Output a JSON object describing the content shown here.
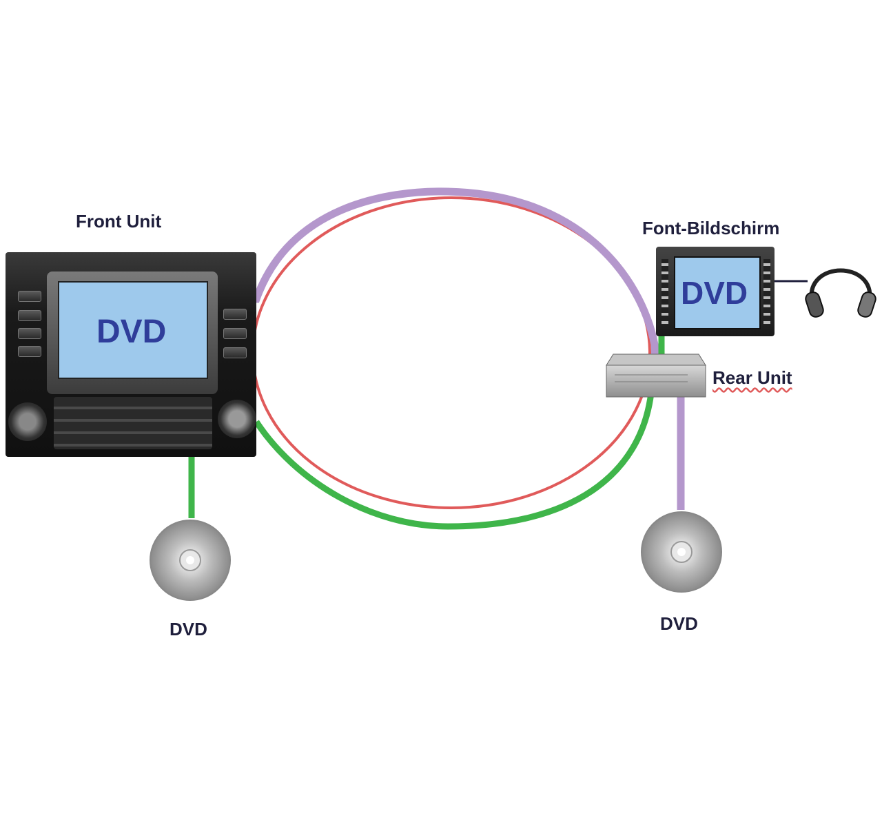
{
  "labels": {
    "front_unit": "Front Unit",
    "font_bildschirm": "Font-Bildschirm",
    "rear_unit": "Rear Unit",
    "dvd_left": "DVD",
    "dvd_right": "DVD"
  },
  "screens": {
    "front_screen_text": "DVD",
    "rear_screen_text": "DVD"
  },
  "colors": {
    "purple_cable": "#b497cc",
    "red_cable": "#e05a5a",
    "green_cable": "#3fb54a",
    "screen_fill": "#9ec9ec",
    "label_text": "#1f1f3c",
    "screen_text": "#2f3d9a"
  },
  "icons": [
    "front-unit-head-unit",
    "rear-monitor",
    "headphones-icon",
    "rear-unit-box",
    "disc-icon"
  ]
}
